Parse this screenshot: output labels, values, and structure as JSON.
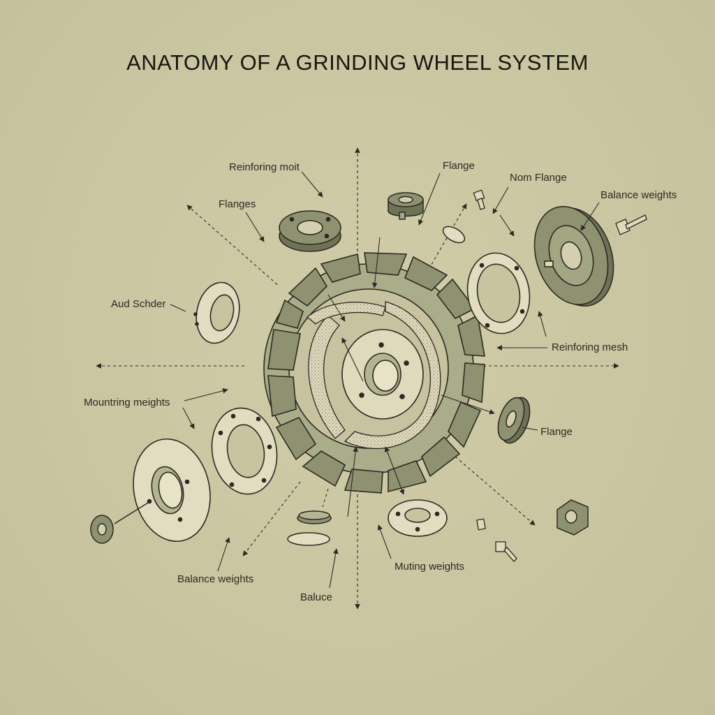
{
  "title": "ANATOMY OF A GRINDING WHEEL SYSTEM",
  "labels": {
    "reinforing_moit": "Reinforing moit",
    "flange_top": "Flange",
    "nom_flange": "Nom Flange",
    "balance_weights_top": "Balance weights",
    "flanges": "Flanges",
    "aud_schder": "Aud Schder",
    "reinforing_mesh": "Reinforing mesh",
    "mountring_meights": "Mountring meights",
    "flange_right": "Flange",
    "balance_weights_bottom": "Balance weights",
    "baluce": "Baluce",
    "muting_weights": "Muting weights"
  },
  "colors": {
    "background": "#cbc7a2",
    "part_fill": "#8e9270",
    "part_fill_light": "#e2dcc0",
    "ink": "#2b2a22",
    "mesh": "#d6cfb2"
  }
}
